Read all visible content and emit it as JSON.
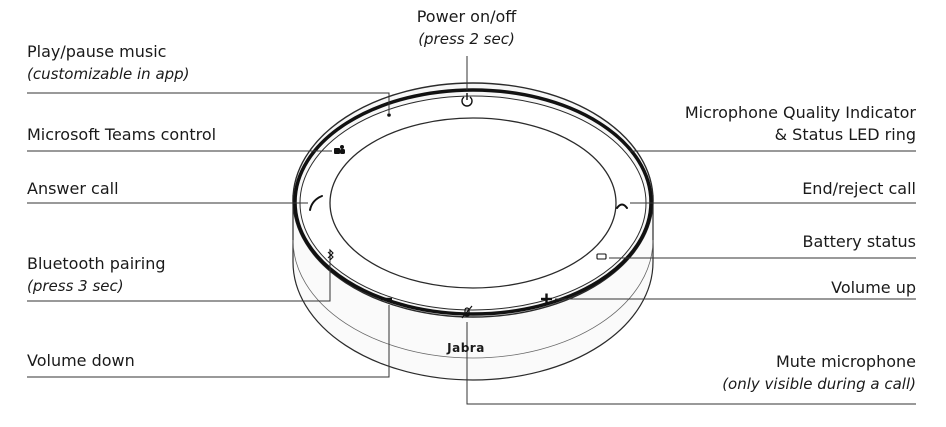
{
  "labels": {
    "power": {
      "title": "Power on/off",
      "note": "(press 2 sec)"
    },
    "play_pause": {
      "title": "Play/pause music",
      "note": "(customizable in app)"
    },
    "teams": {
      "title": "Microsoft Teams control"
    },
    "answer": {
      "title": "Answer call"
    },
    "bluetooth": {
      "title": "Bluetooth pairing",
      "note": "(press 3 sec)"
    },
    "volume_down": {
      "title": "Volume down"
    },
    "mic_indicator": {
      "title1": "Microphone Quality Indicator",
      "title2": "& Status LED ring"
    },
    "end_reject": {
      "title": "End/reject call"
    },
    "battery": {
      "title": "Battery status"
    },
    "volume_up": {
      "title": "Volume up"
    },
    "mute": {
      "title": "Mute microphone",
      "note": "(only visible during a call)"
    }
  },
  "device": {
    "brand": "Jabra",
    "icons": [
      "power-icon",
      "play-pause-dot-icon",
      "teams-icon",
      "answer-call-icon",
      "bluetooth-icon",
      "volume-down-icon",
      "mute-microphone-icon",
      "volume-up-icon",
      "battery-icon",
      "end-call-icon"
    ]
  },
  "colors": {
    "outline": "#2b2b2b",
    "body_shade": "#f4f4f4",
    "leader_line": "#333333"
  }
}
